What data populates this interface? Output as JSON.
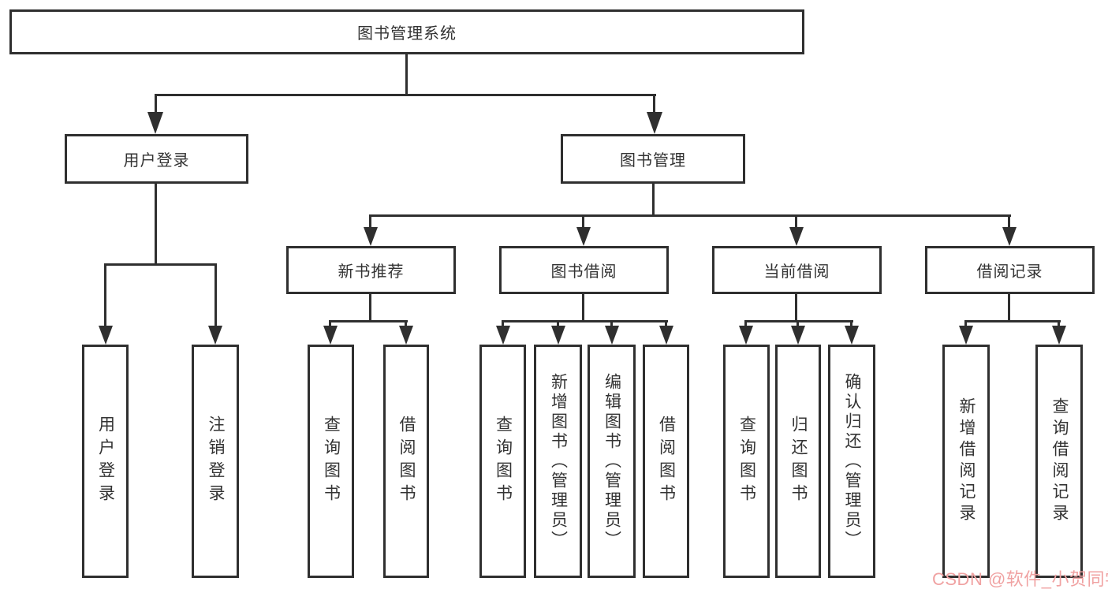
{
  "nodes": {
    "root": "图书管理系统",
    "user_login": "用户登录",
    "book_mgmt": "图书管理",
    "new_book_rec": "新书推荐",
    "book_borrow": "图书借阅",
    "current_borrow": "当前借阅",
    "borrow_record": "借阅记录",
    "leaf_user_login": "用户登录",
    "leaf_logout": "注销登录",
    "leaf_query_book_rec": "查询图书",
    "leaf_borrow_book_rec": "借阅图书",
    "leaf_query_book_borrow": "查询图书",
    "leaf_add_book": "新增图书（管理员）",
    "leaf_edit_book": "编辑图书（管理员）",
    "leaf_borrow_book_borrow": "借阅图书",
    "leaf_query_book_current": "查询图书",
    "leaf_return_book": "归还图书",
    "leaf_confirm_return": "确认归还（管理员）",
    "leaf_add_borrow_record": "新增借阅记录",
    "leaf_query_borrow_record": "查询借阅记录"
  },
  "watermark": {
    "text": "CSDN @软件_小贺同学",
    "color": "#f0a2a2"
  },
  "colors": {
    "line": "#2f2f2f",
    "text": "#333333",
    "background": "#ffffff"
  }
}
